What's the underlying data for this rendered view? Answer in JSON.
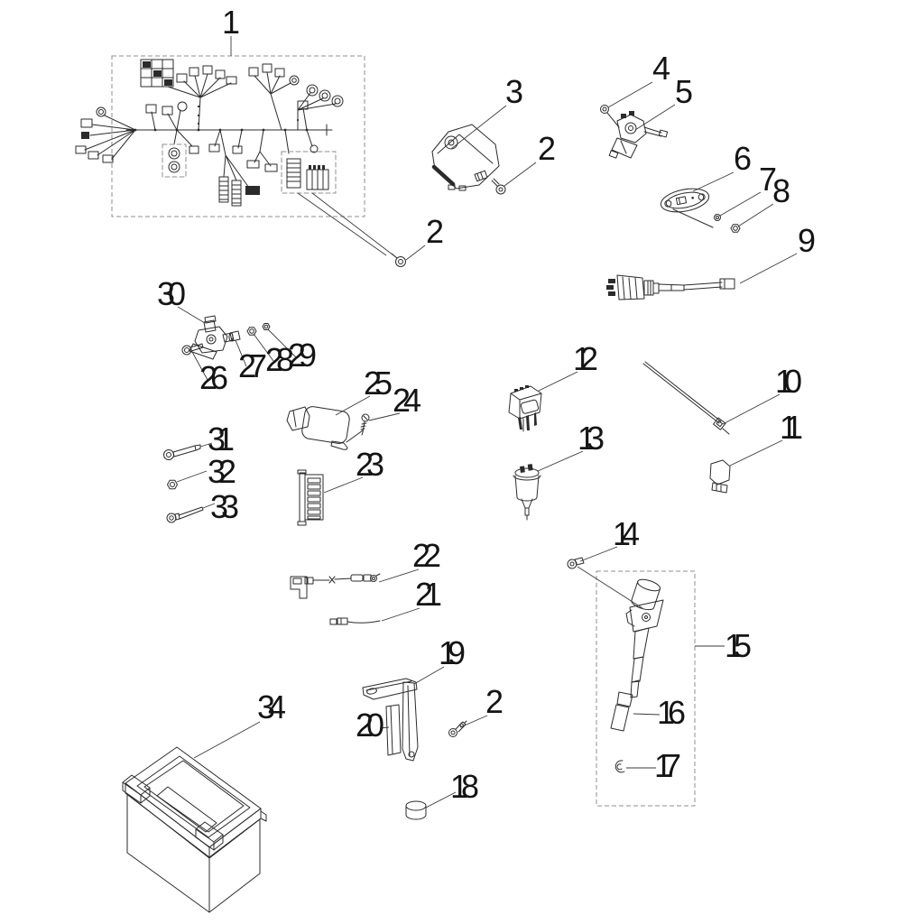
{
  "diagram": {
    "kind": "exploded-parts-diagram",
    "background_color": "#ffffff",
    "line_color": "#2b2b2b",
    "dashed_box_color": "#8f8f8f"
  },
  "callouts": [
    {
      "label": "1",
      "part": "wiring-harness"
    },
    {
      "label": "3",
      "part": "cdi-unit"
    },
    {
      "label": "2",
      "part": "cdi-screw"
    },
    {
      "label": "4",
      "part": "switch-nut"
    },
    {
      "label": "5",
      "part": "ignition-switch"
    },
    {
      "label": "6",
      "part": "switch-plate"
    },
    {
      "label": "7",
      "part": "washer"
    },
    {
      "label": "8",
      "part": "nut"
    },
    {
      "label": "9",
      "part": "lead-wire"
    },
    {
      "label": "2",
      "part": "harness-screw"
    },
    {
      "label": "30",
      "part": "valve-assembly"
    },
    {
      "label": "26",
      "part": "bolt"
    },
    {
      "label": "27",
      "part": "spacer"
    },
    {
      "label": "28",
      "part": "nut"
    },
    {
      "label": "29",
      "part": "nut"
    },
    {
      "label": "25",
      "part": "ignition-coil"
    },
    {
      "label": "24",
      "part": "coil-screw"
    },
    {
      "label": "23",
      "part": "fuse-block"
    },
    {
      "label": "12",
      "part": "relay"
    },
    {
      "label": "13",
      "part": "flasher-relay"
    },
    {
      "label": "10",
      "part": "cable-tie"
    },
    {
      "label": "11",
      "part": "connector-cap"
    },
    {
      "label": "31",
      "part": "bolt"
    },
    {
      "label": "32",
      "part": "nut"
    },
    {
      "label": "33",
      "part": "bolt"
    },
    {
      "label": "22",
      "part": "ground-wire"
    },
    {
      "label": "21",
      "part": "lead-wire"
    },
    {
      "label": "14",
      "part": "fitting"
    },
    {
      "label": "15",
      "part": "spark-plug-cap-assembly"
    },
    {
      "label": "16",
      "part": "spark-plug-boot"
    },
    {
      "label": "17",
      "part": "clip"
    },
    {
      "label": "19",
      "part": "bracket"
    },
    {
      "label": "20",
      "part": "pad"
    },
    {
      "label": "2",
      "part": "bracket-screw"
    },
    {
      "label": "18",
      "part": "grommet"
    },
    {
      "label": "34",
      "part": "battery"
    }
  ]
}
